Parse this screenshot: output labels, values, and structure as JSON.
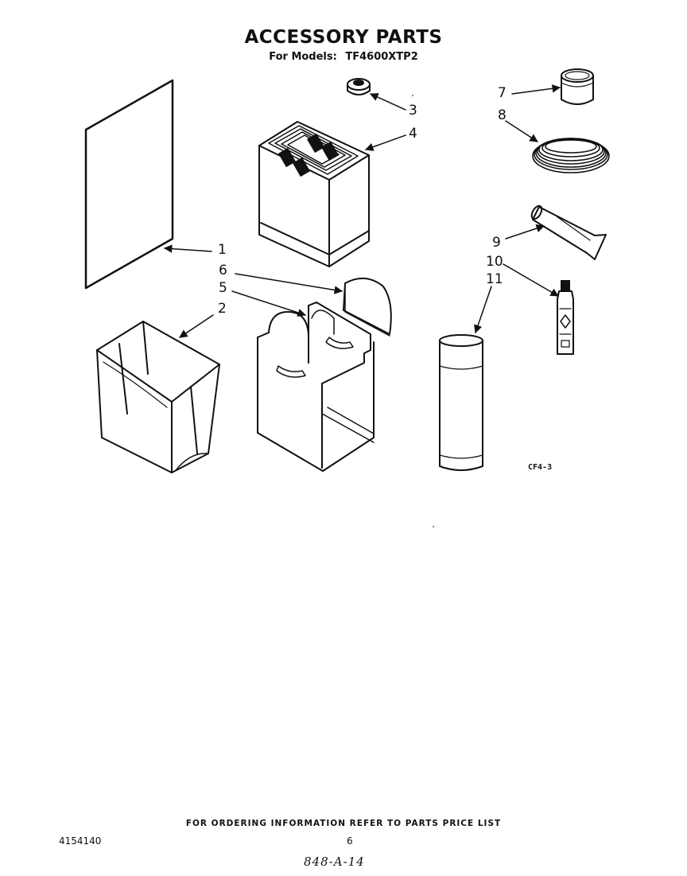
{
  "header": {
    "title": "ACCESSORY PARTS",
    "models_label": "For Models:",
    "model_number": "TF4600XTP2"
  },
  "callouts": [
    "1",
    "2",
    "3",
    "4",
    "5",
    "6",
    "7",
    "8",
    "9",
    "10",
    "11"
  ],
  "figure_code": "CF4-3",
  "footer": {
    "ordering_note": "FOR ORDERING INFORMATION REFER TO PARTS PRICE LIST",
    "document_number": "4154140",
    "page_number": "6",
    "handwritten_ref": "848-A-14"
  }
}
